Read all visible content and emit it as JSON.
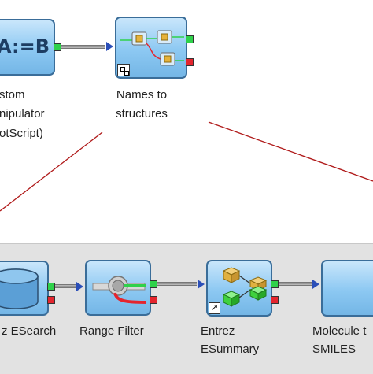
{
  "nodes": {
    "manipulator": {
      "icon_text": "A:=B",
      "label_line1": "stom",
      "label_line2": "nipulator",
      "label_line3": "otScript)"
    },
    "names_to_structures": {
      "label_line1": "Names to",
      "label_line2": "structures"
    },
    "esearch": {
      "label": "z ESearch"
    },
    "range_filter": {
      "label": "Range Filter"
    },
    "esummary": {
      "label_line1": "Entrez",
      "label_line2": "ESummary"
    },
    "molecule_to": {
      "label_line1": "Molecule t",
      "label_line2": "SMILES"
    }
  },
  "colors": {
    "node_border": "#3a6d99",
    "port_green": "#2fd14b",
    "port_red": "#e4252e",
    "port_in": "#2b4fb8",
    "zoom_line": "#b01a1a",
    "panel_bg": "#e2e2e2"
  }
}
